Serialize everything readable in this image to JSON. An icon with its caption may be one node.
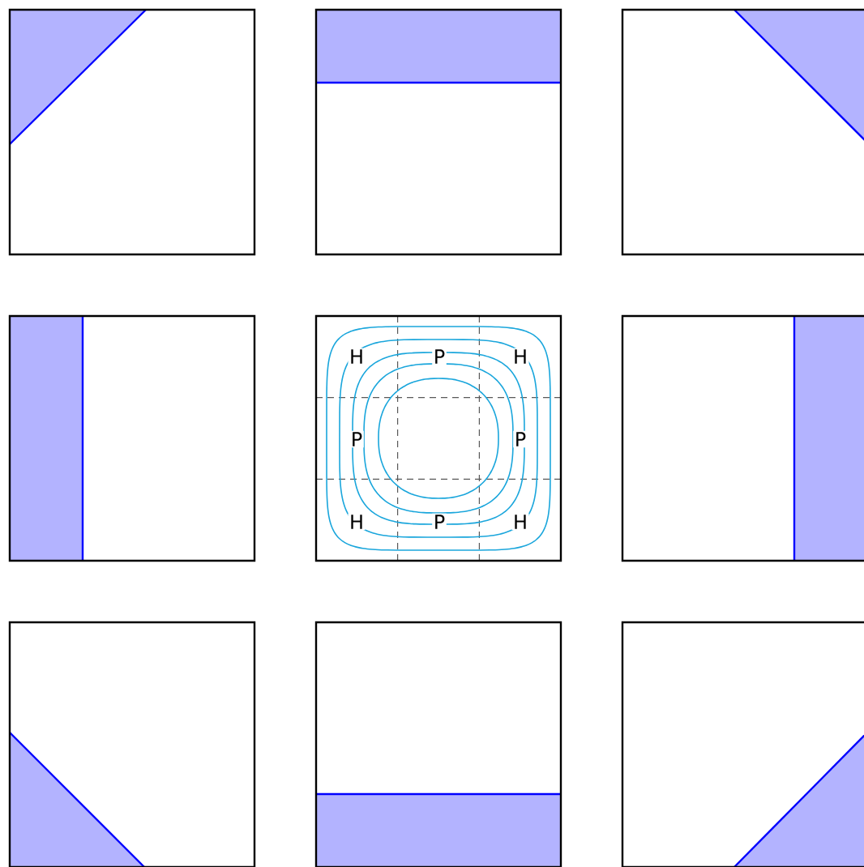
{
  "diagram": {
    "nodes": [
      {
        "text": [],
        "shape": "box"
      },
      {
        "text": [],
        "shape": "box"
      },
      {
        "text": [],
        "shape": "box"
      },
      {
        "text": [],
        "shape": "box"
      },
      {
        "text": [
          "H",
          "P",
          "H",
          "P",
          "P",
          "H",
          "P",
          "H"
        ]
      },
      {
        "text": [],
        "shape": "box"
      },
      {
        "text": [],
        "shape": "box"
      },
      {
        "text": [],
        "shape": "box"
      },
      {
        "text": [],
        "shape": "box"
      }
    ]
  }
}
